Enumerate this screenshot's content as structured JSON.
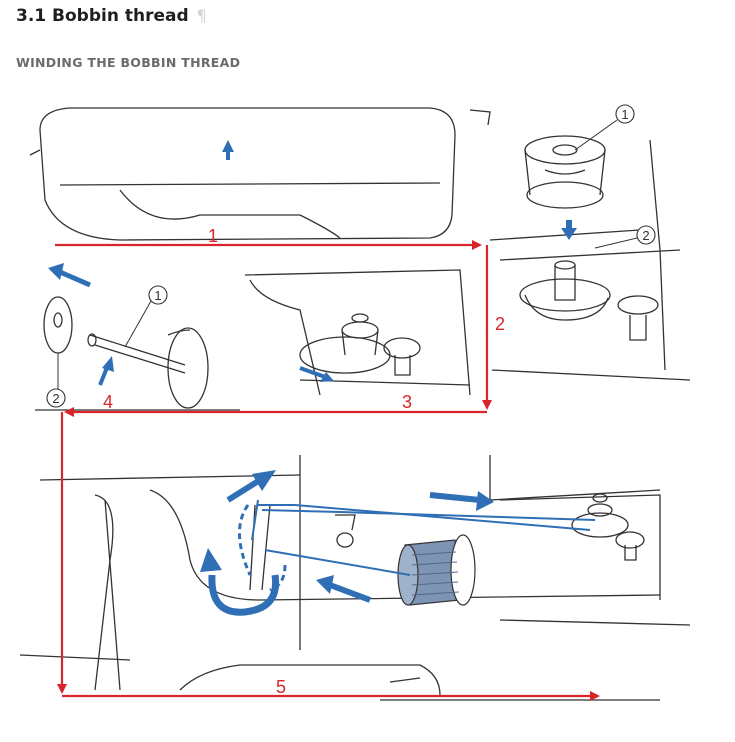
{
  "section": {
    "title": "3.1 Bobbin thread",
    "pilcrow": "¶",
    "subtitle": "WINDING THE BOBBIN THREAD"
  },
  "figure": {
    "step_labels": [
      "1",
      "2",
      "3",
      "4",
      "5"
    ],
    "callouts": [
      "①",
      "②"
    ],
    "colors": {
      "arrow_red": "#d9242b",
      "arrow_blue": "#2f6fb5",
      "line": "#333333"
    }
  }
}
